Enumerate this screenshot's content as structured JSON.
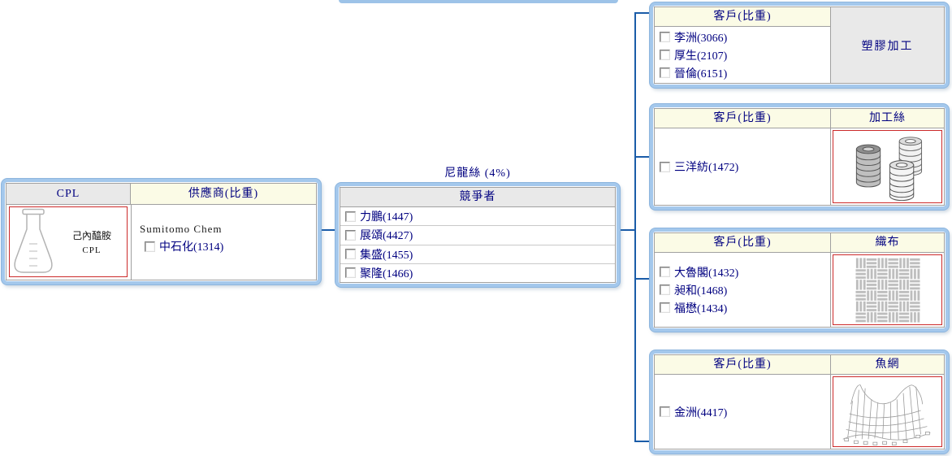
{
  "colors": {
    "panel_border": "#a4c8ec",
    "connector_line": "#1a5ca8",
    "header_cream": "#fbfbe6",
    "header_gray": "#e9e9e9",
    "text_navy": "#000080",
    "image_border_red": "#cc2a2a"
  },
  "icons": {
    "flask": "erlenmeyer-flask",
    "yarn": "yarn-spools",
    "fabric": "woven-fabric",
    "net": "fishing-net"
  },
  "left_panel": {
    "headers": [
      "CPL",
      "供應商(比重)"
    ],
    "flask_label": "己內醯胺",
    "flask_sublabel": "CPL",
    "supplier_note": "Sumitomo Chem",
    "suppliers": [
      "中石化(1314)"
    ]
  },
  "middle_panel": {
    "title": "尼龍絲 (4%)",
    "header": "競爭者",
    "competitors": [
      "力鵬(1447)",
      "展頌(4427)",
      "集盛(1455)",
      "聚隆(1466)"
    ]
  },
  "right_panels": [
    {
      "header": "客戶(比重)",
      "category": "塑膠加工",
      "customers": [
        "李洲(3066)",
        "厚生(2107)",
        "晉倫(6151)"
      ]
    },
    {
      "header": "客戶(比重)",
      "category": "加工絲",
      "customers": [
        "三洋紡(1472)"
      ]
    },
    {
      "header": "客戶(比重)",
      "category": "織布",
      "customers": [
        "大魯閣(1432)",
        "昶和(1468)",
        "福懋(1434)"
      ]
    },
    {
      "header": "客戶(比重)",
      "category": "魚網",
      "customers": [
        "金洲(4417)"
      ]
    }
  ]
}
